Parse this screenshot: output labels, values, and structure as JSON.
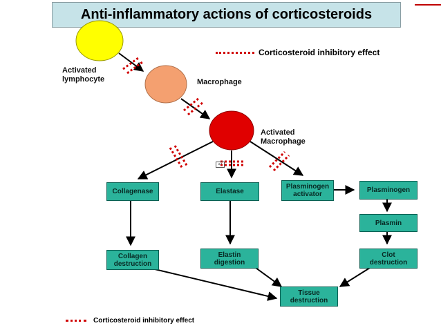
{
  "title": "Anti-inflammatory actions of corticosteroids",
  "legend_top": "Corticosteroid inhibitory effect",
  "legend_bottom": "Corticosteroid inhibitory effect",
  "cells": {
    "lymphocyte": "Activated\nlymphocyte",
    "macrophage": "Macrophage",
    "activated_macrophage": "Activated\nMacrophage"
  },
  "nodes": {
    "collagenase": "Collagenase",
    "elastase": "Elastase",
    "plasminogen_activator": "Plasminogen\nactivator",
    "plasminogen": "Plasminogen",
    "plasmin": "Plasmin",
    "collagen_destruction": "Collagen\ndestruction",
    "elastin_digestion": "Elastin\ndigestion",
    "clot_destruction": "Clot\ndestruction",
    "tissue_destruction": "Tissue\ndestruction"
  },
  "colors": {
    "title_bg": "#c6e3e8",
    "node_fill": "#2bb39b",
    "inhibition": "#d00000",
    "lymphocyte": "#ffff00",
    "macrophage": "#f4a070",
    "activated_macrophage": "#e00000"
  }
}
